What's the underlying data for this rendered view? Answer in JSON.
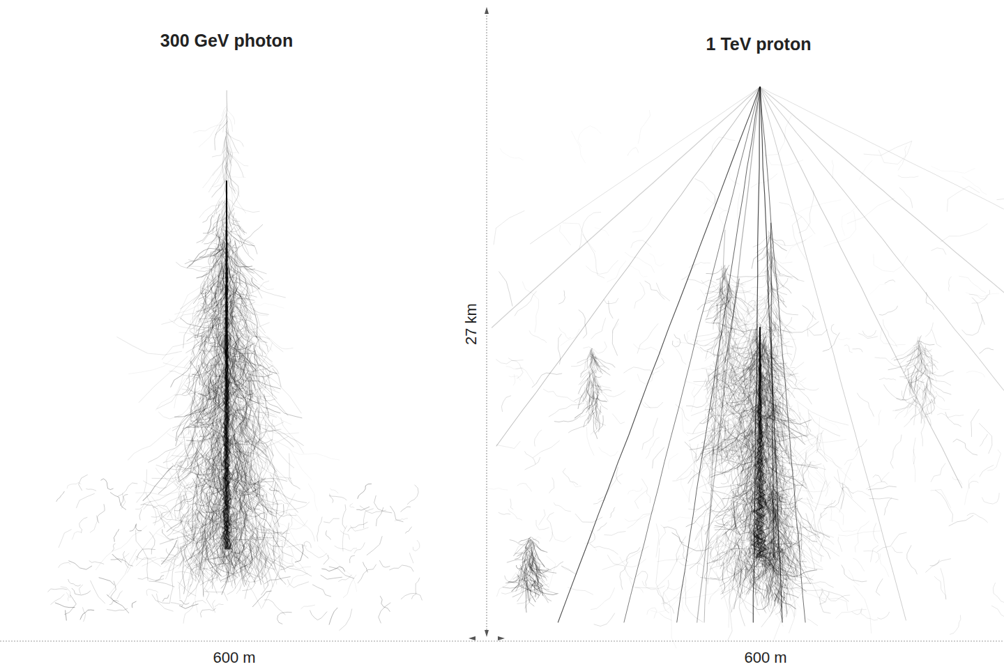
{
  "diagram": {
    "labels": [
      "300 GeV photon",
      "1 TeV proton",
      "27 km",
      "600 m",
      "600 m"
    ]
  }
}
